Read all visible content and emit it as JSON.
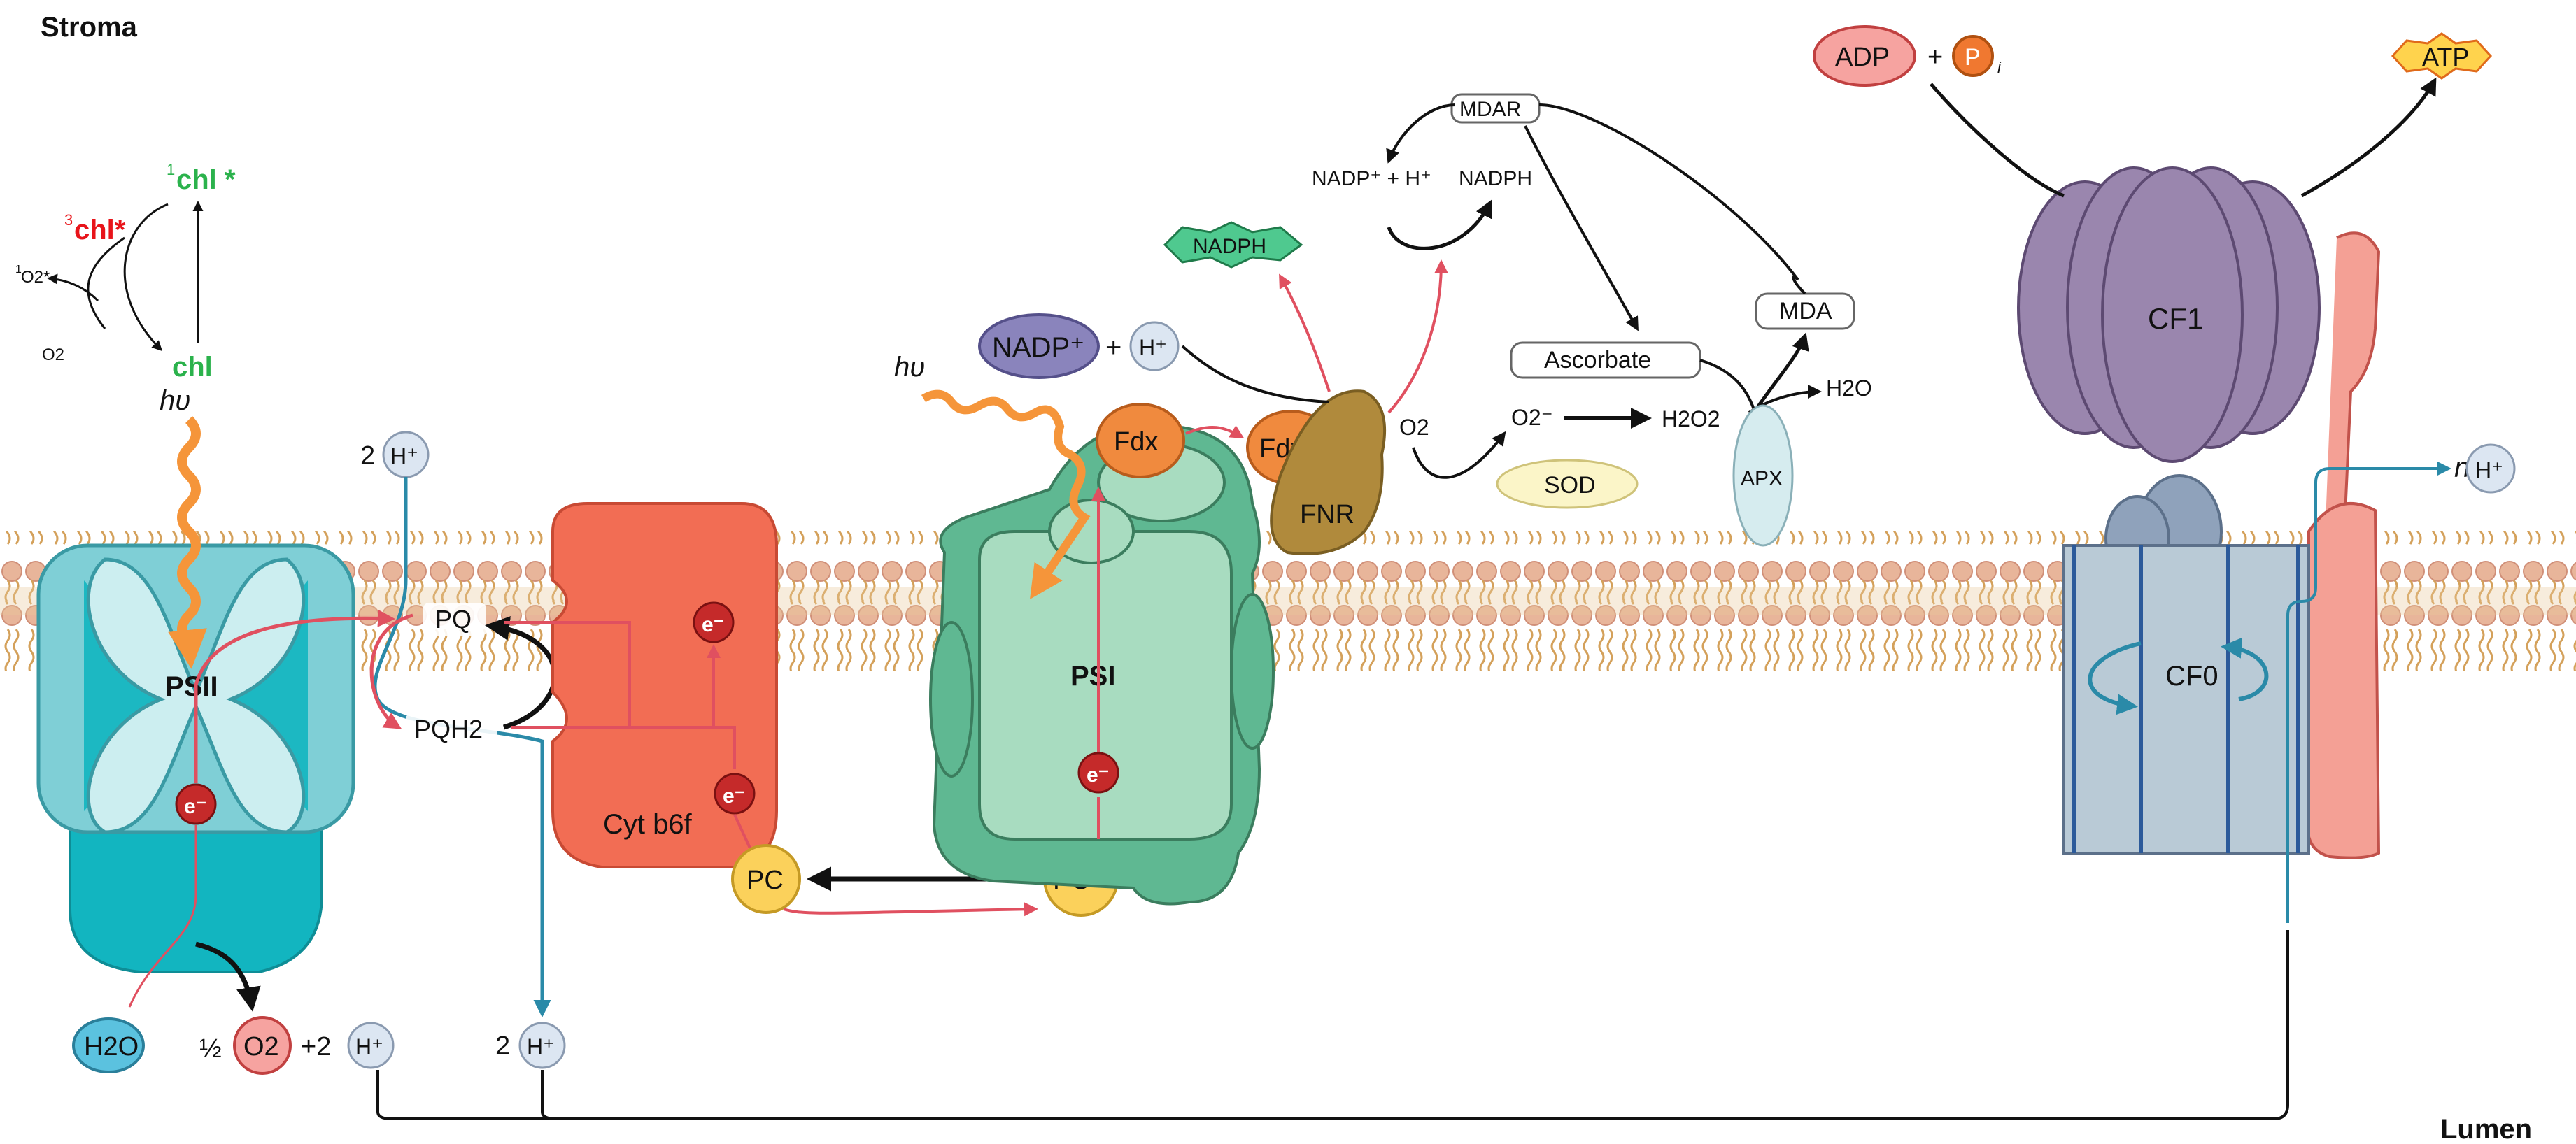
{
  "regions": {
    "stroma": "Stroma",
    "lumen": "Lumen"
  },
  "chlorophyll": {
    "singlet_excited": "chl *",
    "singlet_mark": "1",
    "triplet_excited": "chl*",
    "triplet_mark": "3",
    "ground": "chl",
    "singlet_oxygen": "O2*",
    "singlet_oxygen_mark": "1",
    "oxygen": "O2"
  },
  "light": {
    "photon": "hυ"
  },
  "complexes": {
    "psii": "PSII",
    "psi": "PSI",
    "cyt_b6f": "Cyt b6f",
    "cf1": "CF1",
    "cf0": "CF0",
    "fnr": "FNR",
    "apx": "APX",
    "sod": "SOD",
    "mdar": "MDAR"
  },
  "carriers": {
    "pq": "PQ",
    "pqh2": "PQH2",
    "pc": "PC",
    "pc_reduced": "PC⁻",
    "fdx": "Fdx",
    "fdx_reduced": "Fdx⁻",
    "electron": "e⁻"
  },
  "molecules": {
    "h2o": "H2O",
    "half": "½",
    "o2": "O2",
    "plus": "+",
    "two": "2",
    "h_plus": "H⁺",
    "n": "n",
    "nadp_plus": "NADP⁺",
    "nadph": "NADPH",
    "nadp_h_eq": "NADP⁺ + H⁺",
    "nadph_eq": "NADPH",
    "o2_stroma": "O2",
    "superoxide": "O2⁻",
    "h2o2": "H2O2",
    "h2o_product": "H2O",
    "ascorbate": "Ascorbate",
    "mda": "MDA",
    "adp": "ADP",
    "pi": "P",
    "pi_sub": "i",
    "atp": "ATP"
  },
  "colors": {
    "membrane_head": "#e8b59a",
    "membrane_tail": "#d4a15b",
    "psii": "#7fcfd6",
    "psii_dark": "#12b5c0",
    "cyt": "#f26d54",
    "psi": "#a8dcc0",
    "psi_dark": "#5fb892",
    "cf1": "#9a86ae",
    "cf0": "#b9cad6",
    "stalk": "#f4a095",
    "electron_flow": "#e05060",
    "proton_flow": "#2a8aa8",
    "hydrogen_ion": "#dce6f2",
    "orange_light": "#f5953a",
    "fnr": "#b08a3c"
  }
}
